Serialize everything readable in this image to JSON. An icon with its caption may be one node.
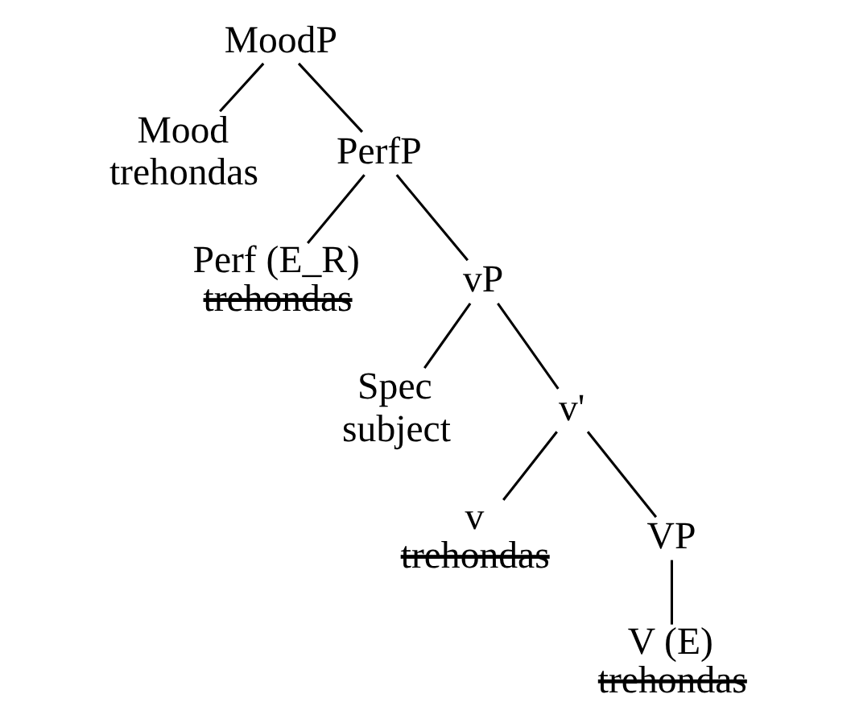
{
  "diagram": {
    "nodes": [
      {
        "text": [
          "MoodP"
        ]
      },
      {
        "text": [
          "Mood",
          "trehondas"
        ]
      },
      {
        "text": [
          "PerfP"
        ]
      },
      {
        "text": [
          "Perf (E_R)",
          "trehondas"
        ]
      },
      {
        "text": [
          "vP"
        ]
      },
      {
        "text": [
          "Spec",
          "subject"
        ]
      },
      {
        "text": [
          "v'"
        ]
      },
      {
        "text": [
          "v",
          "trehondas"
        ]
      },
      {
        "text": [
          "VP"
        ]
      },
      {
        "text": [
          "V (E)",
          "trehondas"
        ]
      }
    ],
    "edges": [
      {
        "from": 0,
        "to": 1,
        "arrow": "none"
      },
      {
        "from": 0,
        "to": 2,
        "arrow": "none"
      },
      {
        "from": 2,
        "to": 3,
        "arrow": "none"
      },
      {
        "from": 2,
        "to": 4,
        "arrow": "none"
      },
      {
        "from": 4,
        "to": 5,
        "arrow": "none"
      },
      {
        "from": 4,
        "to": 6,
        "arrow": "none"
      },
      {
        "from": 6,
        "to": 7,
        "arrow": "none"
      },
      {
        "from": 6,
        "to": 8,
        "arrow": "none"
      },
      {
        "from": 8,
        "to": 9,
        "arrow": "none"
      }
    ]
  }
}
